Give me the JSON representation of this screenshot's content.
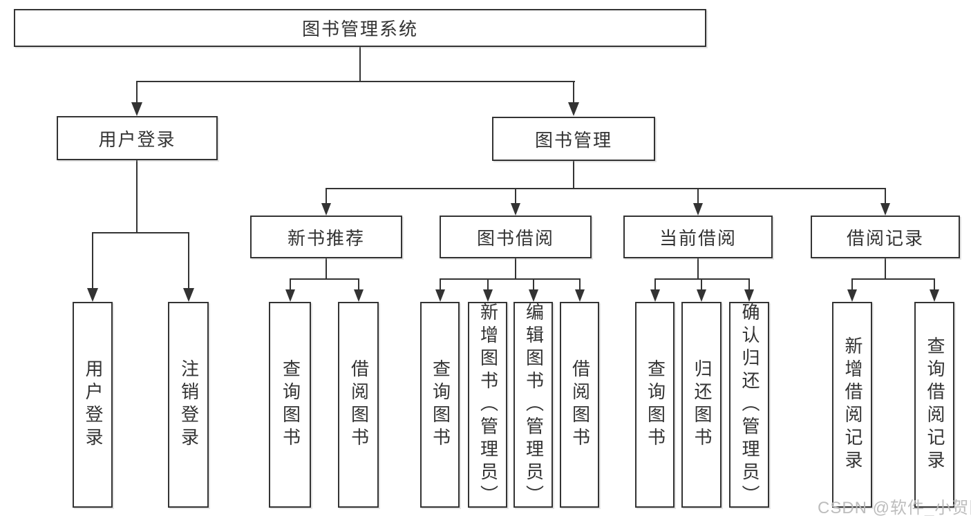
{
  "diagram": {
    "root": {
      "label": "图书管理系统"
    },
    "level2": [
      {
        "label": "用户登录"
      },
      {
        "label": "图书管理"
      }
    ],
    "level3": [
      {
        "label": "新书推荐"
      },
      {
        "label": "图书借阅"
      },
      {
        "label": "当前借阅"
      },
      {
        "label": "借阅记录"
      }
    ],
    "leaves": {
      "user_login": [
        "用户登录",
        "注销登录"
      ],
      "new_book": [
        "查询图书",
        "借阅图书"
      ],
      "book_borrow": [
        "查询图书",
        "新增图书（管理员）",
        "编辑图书（管理员）",
        "借阅图书"
      ],
      "current_borrow": [
        "查询图书",
        "归还图书",
        "确认归还（管理员）"
      ],
      "borrow_record": [
        "新增借阅记录",
        "查询借阅记录"
      ]
    }
  },
  "watermark": {
    "text": "CSDN @软件_小贺同学"
  },
  "colors": {
    "background": "#ffffff",
    "border": "#333333",
    "text": "#333333",
    "watermark": "#b9b9b9"
  }
}
